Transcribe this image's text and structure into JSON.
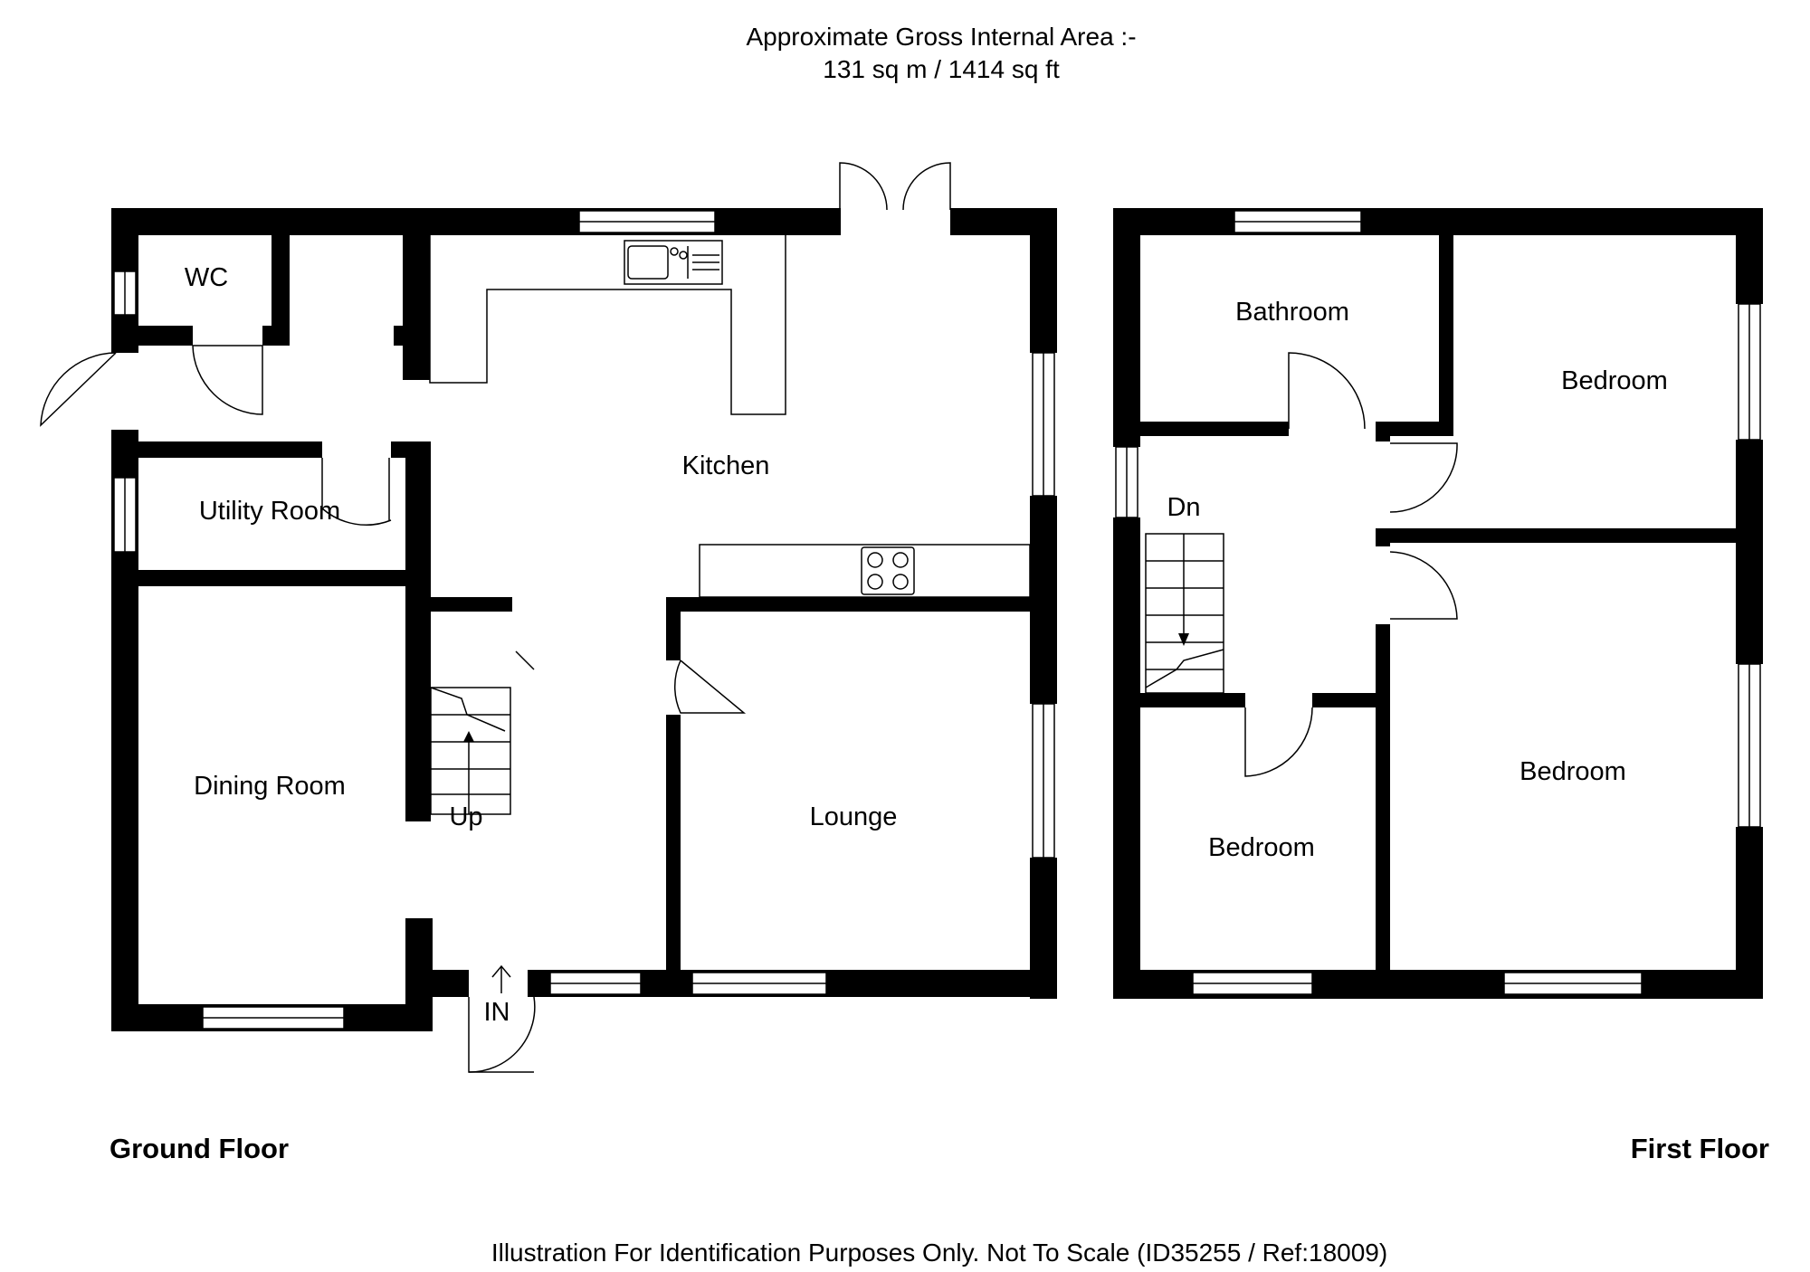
{
  "header": {
    "area_line1": "Approximate Gross Internal Area :-",
    "area_line2": "131 sq m / 1414 sq ft"
  },
  "ground_floor": {
    "title": "Ground Floor",
    "rooms": {
      "wc": "WC",
      "kitchen": "Kitchen",
      "utility": "Utility Room",
      "dining": "Dining Room",
      "lounge": "Lounge"
    },
    "stairs_label": "Up",
    "entrance_label": "IN"
  },
  "first_floor": {
    "title": "First Floor",
    "rooms": {
      "bathroom": "Bathroom",
      "bedroom_top_right": "Bedroom",
      "bedroom_bottom_right": "Bedroom",
      "bedroom_bottom_left": "Bedroom"
    },
    "stairs_label": "Dn"
  },
  "footer": {
    "disclaimer": "Illustration For Identification Purposes Only. Not To Scale (ID35255 / Ref:18009)"
  },
  "colors": {
    "wall": "#000000",
    "background": "#ffffff"
  }
}
